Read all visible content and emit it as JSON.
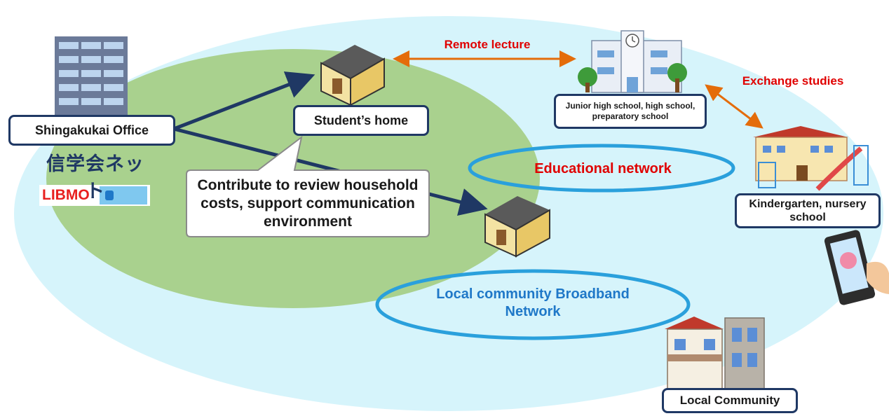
{
  "nodes": {
    "office": "Shingakukai Office",
    "student_home": "Student’s home",
    "junior_high": "Junior high school, high school, preparatory school",
    "kindergarten": "Kindergarten, nursery school",
    "local_community": "Local Community"
  },
  "callout": "Contribute to review household costs, support communication environment",
  "links": {
    "remote_lecture": "Remote lecture",
    "exchange_studies": "Exchange studies"
  },
  "networks": {
    "educational": "Educational network",
    "broadband": "Local community Broadband Network"
  },
  "logos": {
    "shingakukai_net": "信学会ネット",
    "libmo": "LIBMO"
  },
  "colors": {
    "outer_ellipse": "#d6f4fb",
    "inner_ellipse": "#a9d18e",
    "network_ring": "#2aa0dc",
    "arrow_dark": "#1f3864",
    "arrow_orange": "#e46c0a",
    "red_text": "#e00000",
    "blue_text": "#1f78c8"
  }
}
